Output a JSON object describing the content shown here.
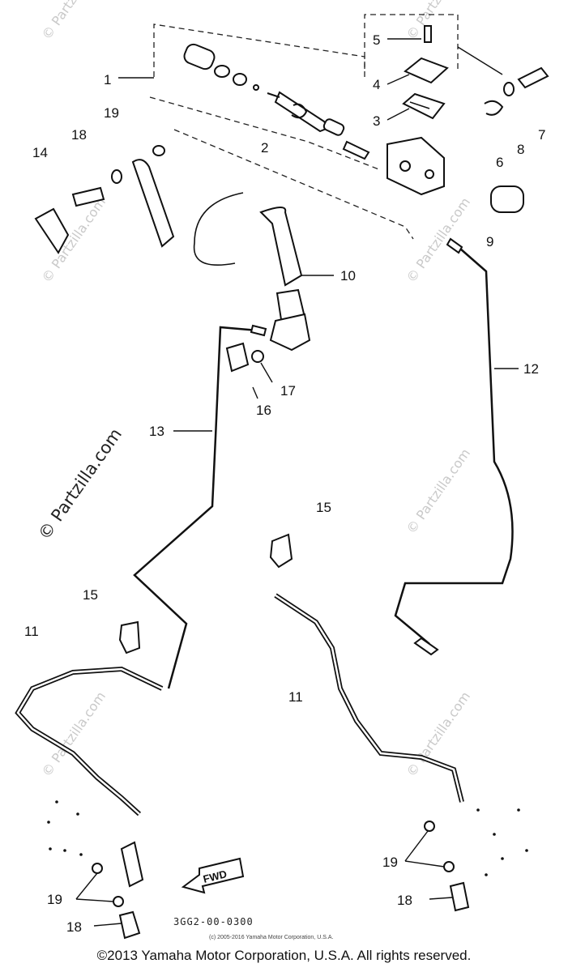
{
  "callouts": [
    {
      "id": "c1",
      "text": "1"
    },
    {
      "id": "c2",
      "text": "2"
    },
    {
      "id": "c3",
      "text": "3"
    },
    {
      "id": "c4",
      "text": "4"
    },
    {
      "id": "c5",
      "text": "5"
    },
    {
      "id": "c6",
      "text": "6"
    },
    {
      "id": "c7",
      "text": "7"
    },
    {
      "id": "c8",
      "text": "8"
    },
    {
      "id": "c9",
      "text": "9"
    },
    {
      "id": "c10",
      "text": "10"
    },
    {
      "id": "c11a",
      "text": "11"
    },
    {
      "id": "c11b",
      "text": "11"
    },
    {
      "id": "c12",
      "text": "12"
    },
    {
      "id": "c13",
      "text": "13"
    },
    {
      "id": "c14",
      "text": "14"
    },
    {
      "id": "c15a",
      "text": "15"
    },
    {
      "id": "c15b",
      "text": "15"
    },
    {
      "id": "c16",
      "text": "16"
    },
    {
      "id": "c17",
      "text": "17"
    },
    {
      "id": "c18a",
      "text": "18"
    },
    {
      "id": "c18b",
      "text": "18"
    },
    {
      "id": "c18c",
      "text": "18"
    },
    {
      "id": "c19a",
      "text": "19"
    },
    {
      "id": "c19b",
      "text": "19"
    },
    {
      "id": "c19c",
      "text": "19"
    }
  ],
  "watermark": "© Partzilla.com",
  "direction_label": "FWD",
  "diagram_code": "3GG2-00-0300",
  "image_credit": "(c) 2005-2016 Yamaha Motor Corporation, U.S.A.",
  "copyright": "©2013 Yamaha Motor Corporation, U.S.A. All rights reserved."
}
